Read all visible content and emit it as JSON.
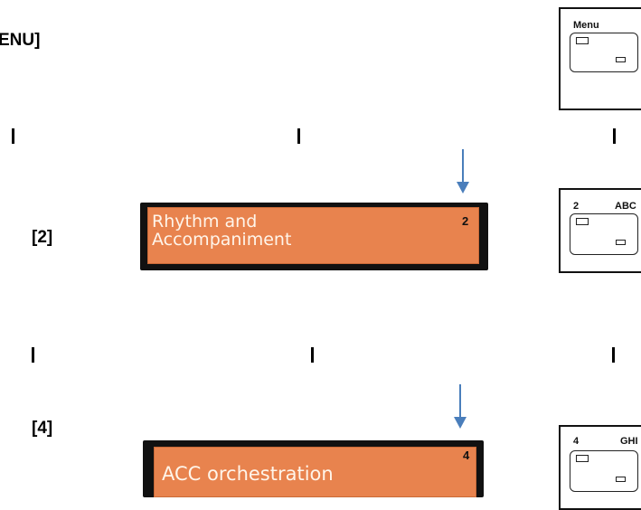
{
  "steps": [
    {
      "label": "ENU]"
    },
    {
      "label": "[2]"
    },
    {
      "label": "[4]"
    }
  ],
  "displays": [
    {
      "line1": "Rhythm and",
      "line2": "Accompaniment",
      "number": "2"
    },
    {
      "line1": "ACC orchestration",
      "number": "4"
    }
  ],
  "keys": [
    {
      "label": "Menu",
      "label_right": ""
    },
    {
      "label": "2",
      "label_right": "ABC"
    },
    {
      "label": "4",
      "label_right": "GHI"
    }
  ],
  "colors": {
    "lcd_orange": "#e8834e",
    "arrow_blue": "#4a7ebb"
  }
}
